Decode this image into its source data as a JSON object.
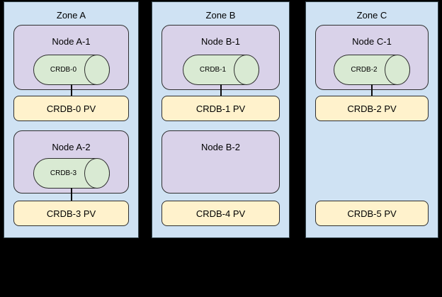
{
  "colors": {
    "page_background": "#000000",
    "zone_fill": "#cfe2f3",
    "zone_border": "#37474f",
    "node_fill": "#d9d2e9",
    "cylinder_fill": "#d9ead3",
    "pv_fill": "#fff2cc",
    "shape_border": "#2f2f2f",
    "text": "#000000"
  },
  "zones": [
    {
      "label": "Zone A",
      "slots": [
        {
          "node_label": "Node A-1",
          "cylinder_label": "CRDB-0",
          "pv_label": "CRDB-0 PV"
        },
        {
          "node_label": "Node A-2",
          "cylinder_label": "CRDB-3",
          "pv_label": "CRDB-3 PV"
        }
      ]
    },
    {
      "label": "Zone B",
      "slots": [
        {
          "node_label": "Node B-1",
          "cylinder_label": "CRDB-1",
          "pv_label": "CRDB-1 PV"
        },
        {
          "node_label": "Node B-2",
          "pv_label": "CRDB-4 PV"
        }
      ]
    },
    {
      "label": "Zone C",
      "slots": [
        {
          "node_label": "Node C-1",
          "cylinder_label": "CRDB-2",
          "pv_label": "CRDB-2 PV"
        },
        {
          "pv_label": "CRDB-5 PV"
        }
      ]
    }
  ]
}
